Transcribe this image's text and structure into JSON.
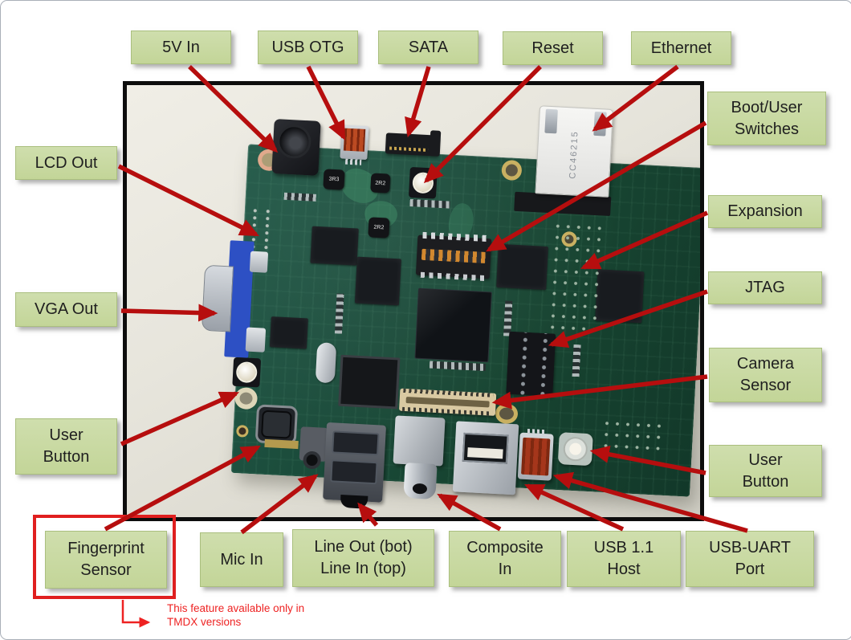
{
  "labels": {
    "five_v": "5V In",
    "usb_otg": "USB OTG",
    "sata": "SATA",
    "reset": "Reset",
    "ethernet": "Ethernet",
    "boot_user": "Boot/User\nSwitches",
    "expansion": "Expansion",
    "jtag": "JTAG",
    "camera": "Camera\nSensor",
    "user_button_right": "User\nButton",
    "lcd_out": "LCD Out",
    "vga_out": "VGA Out",
    "user_button_left": "User\nButton",
    "fingerprint": "Fingerprint\nSensor",
    "mic_in": "Mic In",
    "line_out": "Line Out (bot)\nLine In (top)",
    "composite": "Composite\nIn",
    "usb_host": "USB 1.1\nHost",
    "usb_uart": "USB-UART\nPort"
  },
  "note": {
    "line1": "This feature available only in",
    "line2": "TMDX versions"
  },
  "board_text": {
    "ethernet_jack": "CC46215",
    "inductor_1": "3R3",
    "inductor_2": "2R2",
    "inductor_3": "2R2"
  },
  "colors": {
    "label_bg": "#c8d9a0",
    "arrow_red": "#b60e0e",
    "note_red": "#ee2222",
    "pcb_green": "#1b4c3b"
  }
}
